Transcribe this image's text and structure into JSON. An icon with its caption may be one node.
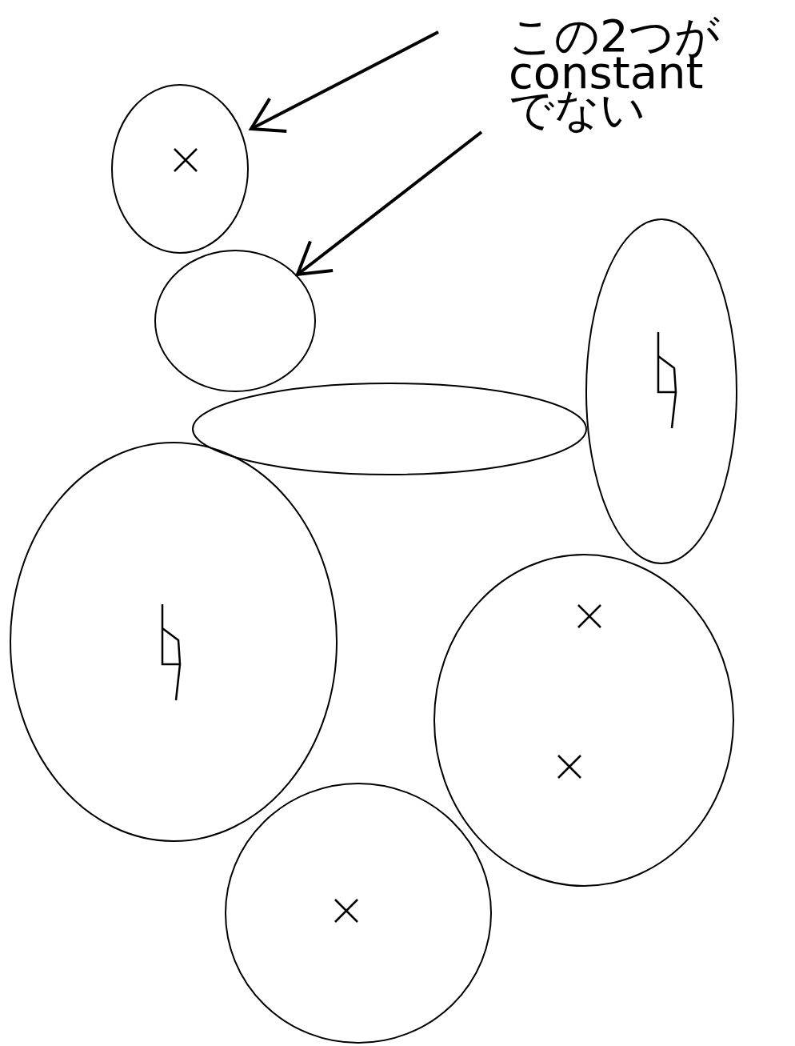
{
  "diagram": {
    "nodes": [
      {
        "text": [
          "この2つが constant でない"
        ]
      },
      {
        "text": [],
        "shape": "ellipse"
      },
      {
        "text": [],
        "shape": "ellipse"
      },
      {
        "text": [],
        "shape": "ellipse"
      },
      {
        "text": [],
        "shape": "ellipse"
      },
      {
        "text": [],
        "shape": "ellipse"
      },
      {
        "text": [],
        "shape": "ellipse"
      },
      {
        "text": [],
        "shape": "ellipse"
      }
    ],
    "edges": [
      {
        "from": 0,
        "to": 1,
        "arrow": "to"
      },
      {
        "from": 0,
        "to": 3,
        "arrow": "to"
      }
    ]
  }
}
